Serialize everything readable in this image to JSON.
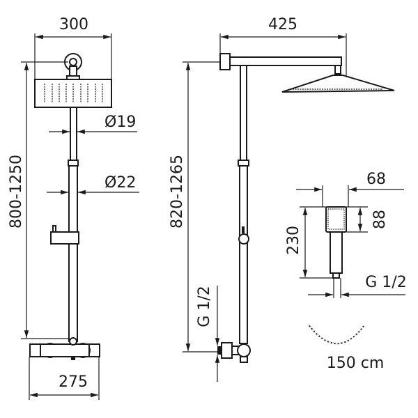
{
  "front_view": {
    "head_width": "300",
    "pipe_upper_diameter": "Ø19",
    "pipe_lower_diameter": "Ø22",
    "height_range": "800-1250",
    "valve_width": "275"
  },
  "side_view": {
    "arm_length": "425",
    "height_range": "820-1265",
    "inlet_thread": "G 1/2"
  },
  "hand_shower": {
    "head_width": "68",
    "head_height": "88",
    "total_length": "230",
    "thread": "G 1/2"
  },
  "hose": {
    "length": "150 cm"
  },
  "colors": {
    "line": "#1a1a1a",
    "background": "#ffffff"
  }
}
